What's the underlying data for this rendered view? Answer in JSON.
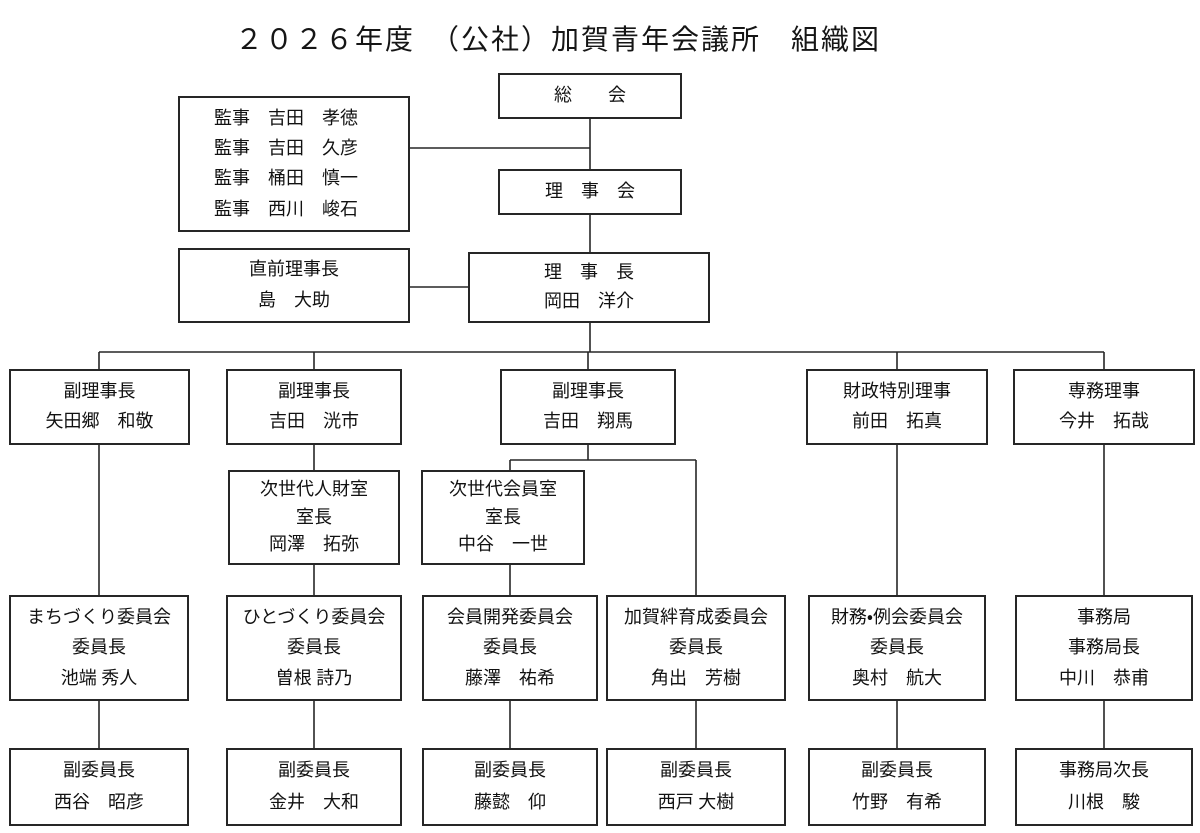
{
  "title": "２０２６年度　（公社）加賀青年会議所　組織図",
  "org": {
    "general_assembly": {
      "label": "総　　会"
    },
    "auditors": {
      "lines": [
        "監事　吉田　孝徳",
        "監事　吉田　久彦",
        "監事　桶田　慎一",
        "監事　西川　峻石"
      ]
    },
    "board_of_directors": {
      "label": "理　事　会"
    },
    "immediate_past_president": {
      "title": "直前理事長",
      "name": "島　大助"
    },
    "president": {
      "title": "理　事　長",
      "name": "岡田　洋介"
    },
    "vice_president_1": {
      "title": "副理事長",
      "name": "矢田郷　和敬"
    },
    "vice_president_2": {
      "title": "副理事長",
      "name": "吉田　洸市"
    },
    "vice_president_3": {
      "title": "副理事長",
      "name": "吉田　翔馬"
    },
    "finance_special_director": {
      "title": "財政特別理事",
      "name": "前田　拓真"
    },
    "executive_director": {
      "title": "専務理事",
      "name": "今井　拓哉"
    },
    "room_jinzai": {
      "title": "次世代人財室",
      "role": "室長",
      "name": "岡澤　拓弥"
    },
    "room_kaiin": {
      "title": "次世代会員室",
      "role": "室長",
      "name": "中谷　一世"
    },
    "committee_machi": {
      "title": "まちづくり委員会",
      "role": "委員長",
      "name": "池端 秀人"
    },
    "committee_hito": {
      "title": "ひとづくり委員会",
      "role": "委員長",
      "name": "曽根 詩乃"
    },
    "committee_kaiin_kaihatsu": {
      "title": "会員開発委員会",
      "role": "委員長",
      "name": "藤澤　祐希"
    },
    "committee_kaga_kizuna": {
      "title": "加賀絆育成委員会",
      "role": "委員長",
      "name": "角出　芳樹"
    },
    "committee_zaimu_reikai": {
      "title": "財務・例会委員会",
      "role": "委員長",
      "name": "奥村　航大"
    },
    "secretariat": {
      "title": "事務局",
      "role": "事務局長",
      "name": "中川　恭甫"
    },
    "vice_chair_1": {
      "title": "副委員長",
      "name": "西谷　昭彦"
    },
    "vice_chair_2": {
      "title": "副委員長",
      "name": "金井　大和"
    },
    "vice_chair_3": {
      "title": "副委員長",
      "name": "藤懿　仰"
    },
    "vice_chair_4": {
      "title": "副委員長",
      "name": "西戸 大樹"
    },
    "vice_chair_5": {
      "title": "副委員長",
      "name": "竹野　有希"
    },
    "secretariat_deputy": {
      "title": "事務局次長",
      "name": "川根　駿"
    }
  }
}
